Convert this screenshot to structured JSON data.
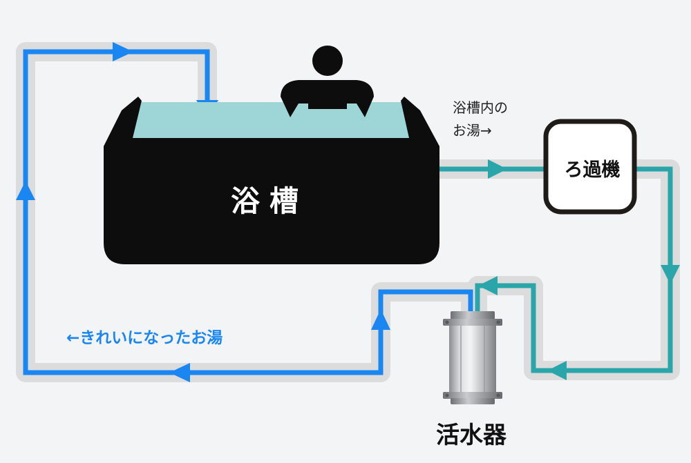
{
  "bathtub": {
    "label": "浴槽"
  },
  "inflow": {
    "line1": "浴槽内の",
    "line2": "お湯→"
  },
  "filter": {
    "label": "ろ過機"
  },
  "return_flow": {
    "label": "←きれいになったお湯"
  },
  "activator": {
    "label": "活水器"
  },
  "colors": {
    "clean_water": "#1a86f2",
    "dirty_water": "#2aa5a9",
    "pipe_shadow": "#dcdcdc",
    "tub_body": "#0d0d0d",
    "tub_water": "#9ed6d8",
    "background": "#f3f4f6"
  },
  "icons": [
    "person-icon",
    "flow-arrow-icon",
    "water-activator-icon"
  ]
}
